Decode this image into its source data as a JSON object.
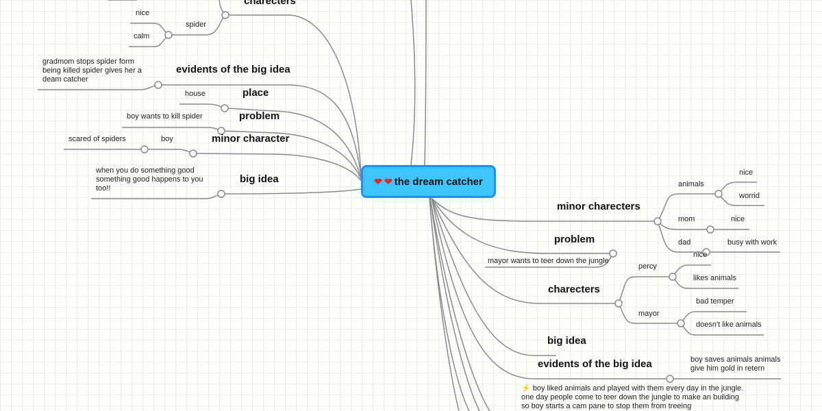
{
  "central_topic": {
    "icons": [
      "heart-icon",
      "heart-icon"
    ],
    "label": "the dream catcher"
  },
  "left": {
    "charecters": {
      "label": "charecters",
      "spider": {
        "label": "spider",
        "traits": [
          "nice",
          "calm"
        ]
      }
    },
    "evidents": {
      "label": "evidents of the big idea",
      "text": "gradmom stops spider form being killed spider gives her a deam catcher"
    },
    "place": {
      "label": "place",
      "child": "house"
    },
    "problem": {
      "label": "problem",
      "child": "boy wants to kill spider"
    },
    "minor_character": {
      "label": "minor character",
      "boy": "boy",
      "trait": "scared of spiders"
    },
    "big_idea": {
      "label": "big idea",
      "text": "when you do something good something good happens to you too!!"
    }
  },
  "right": {
    "minor_charecters": {
      "label": "minor charecters",
      "animals": "animals",
      "animals_traits": [
        "nice",
        "worrid"
      ],
      "mom": "mom",
      "mom_trait": "nice",
      "dad": "dad",
      "dad_trait": "busy with work"
    },
    "problem": {
      "label": "problem",
      "child": "mayor wants to teer down the jungle"
    },
    "charecters": {
      "label": "charecters",
      "percy": "percy",
      "percy_traits": [
        "nice",
        "likes animals"
      ],
      "mayor": "mayor",
      "mayor_traits": [
        "bad temper",
        "doesn't like animals"
      ]
    },
    "big_idea": {
      "label": "big idea"
    },
    "evidents": {
      "label": "evidents of the big idea",
      "child": "boy saves animals animals give him gold in retern"
    },
    "summary": {
      "icon": "lightning-icon",
      "text": "boy liked animals and played with them every day in the jungle. one day people come to teer down the jungle to make an building so boy starts a cam pane to stop them from treeing"
    }
  }
}
